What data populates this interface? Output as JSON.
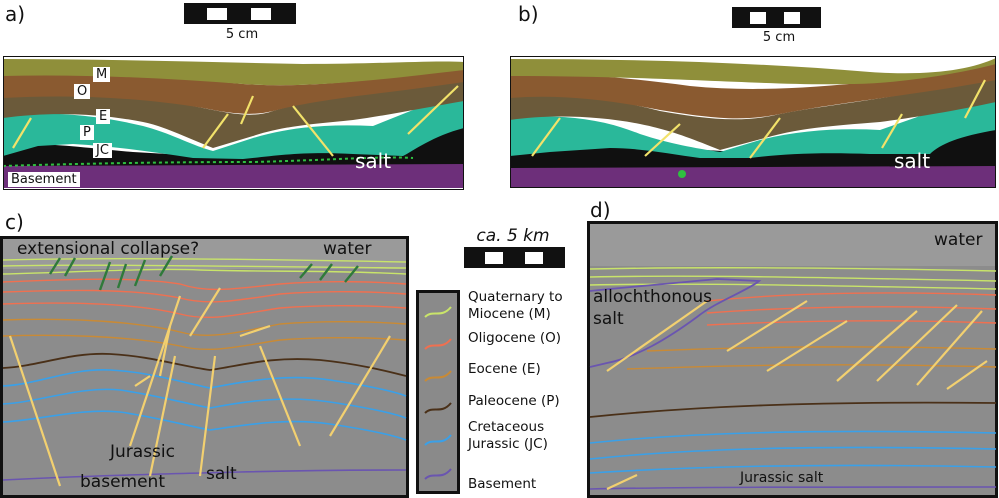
{
  "panels": {
    "a": {
      "letter": "a)",
      "scale": "5 cm",
      "unit_labels": [
        "M",
        "O",
        "E",
        "P",
        "JC"
      ],
      "salt": "salt",
      "basement": "Basement"
    },
    "b": {
      "letter": "b)",
      "scale": "5 cm",
      "salt": "salt"
    },
    "c": {
      "letter": "c)",
      "scale": "ca. 5 km",
      "labels": {
        "collapse": "extensional collapse?",
        "water": "water",
        "jurassic": "Jurassic",
        "salt": "salt",
        "basement": "basement"
      }
    },
    "d": {
      "letter": "d)",
      "labels": {
        "water": "water",
        "allochthonous": "allochthonous",
        "allochthonous2": "salt",
        "jurassic_salt": "Jurassic salt"
      }
    }
  },
  "legend": [
    {
      "line1": "Quaternary to",
      "line2": "Miocene (M)",
      "color": "#c9e46a"
    },
    {
      "line1": "Oligocene (O)",
      "line2": "",
      "color": "#f07050"
    },
    {
      "line1": "Eocene (E)",
      "line2": "",
      "color": "#c98a35"
    },
    {
      "line1": "Paleocene (P)",
      "line2": "",
      "color": "#4a3018"
    },
    {
      "line1": "Cretaceous",
      "line2": "Jurassic (JC)",
      "color": "#3aa0e8"
    },
    {
      "line1": "Basement",
      "line2": "",
      "color": "#6a55b0"
    }
  ]
}
